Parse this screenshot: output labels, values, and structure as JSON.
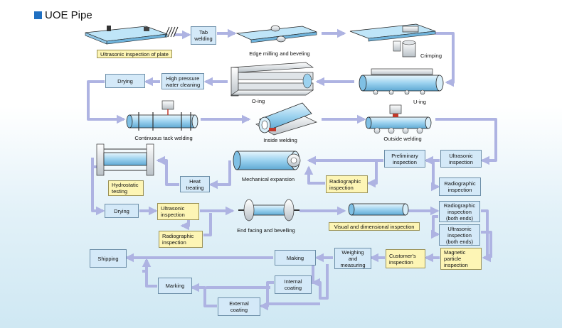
{
  "title": "UOE Pipe",
  "steps": {
    "ultrasonic_plate": "Ultrasonic inspection of plate",
    "tab_welding": "Tab\nwelding",
    "edge_milling": "Edge milling and beveling",
    "crimping": "Crimping",
    "drying1": "Drying",
    "hp_water": "High pressure\nwater cleaning",
    "o_ing": "O-ing",
    "u_ing": "U-ing",
    "tack_welding": "Continuous tack welding",
    "inside_welding": "Inside welding",
    "outside_welding": "Outside welding",
    "mech_expansion": "Mechanical expansion",
    "preliminary": "Preliminary\ninspection",
    "ultrasonic1": "Ultrasonic\ninspection",
    "hydrostatic": "Hydrostatic\ntesting",
    "heat_treating": "Heat\ntreating",
    "radiographic1": "Radiographic\ninspection",
    "radiographic2": "Radiographic\ninspection",
    "drying2": "Drying",
    "ultrasonic2": "Ultrasonic\ninspection",
    "radiographic3": "Radiographic\ninspection",
    "end_facing": "End facing and bevelling",
    "visual_dim": "Visual and dimensional inspection",
    "radiographic_both": "Radiographic\ninspection\n(both ends)",
    "ultrasonic_both": "Ultrasonic\ninspection\n(both ends)",
    "magnetic": "Magnetic\nparticle\ninspection",
    "shipping": "Shipping",
    "making": "Making",
    "weighing": "Weighing\nand\nmeasuring",
    "customers": "Customer's\ninspection",
    "marking": "Marking",
    "internal_coating": "Internal\ncoating",
    "external_coating": "External\ncoating"
  },
  "colors": {
    "arrow": "#aeb3e2",
    "box_blue": "#d4e9f8",
    "box_yellow": "#fdf5b5",
    "pipe": "#9cd2ef",
    "title_square": "#1f6fc1"
  }
}
